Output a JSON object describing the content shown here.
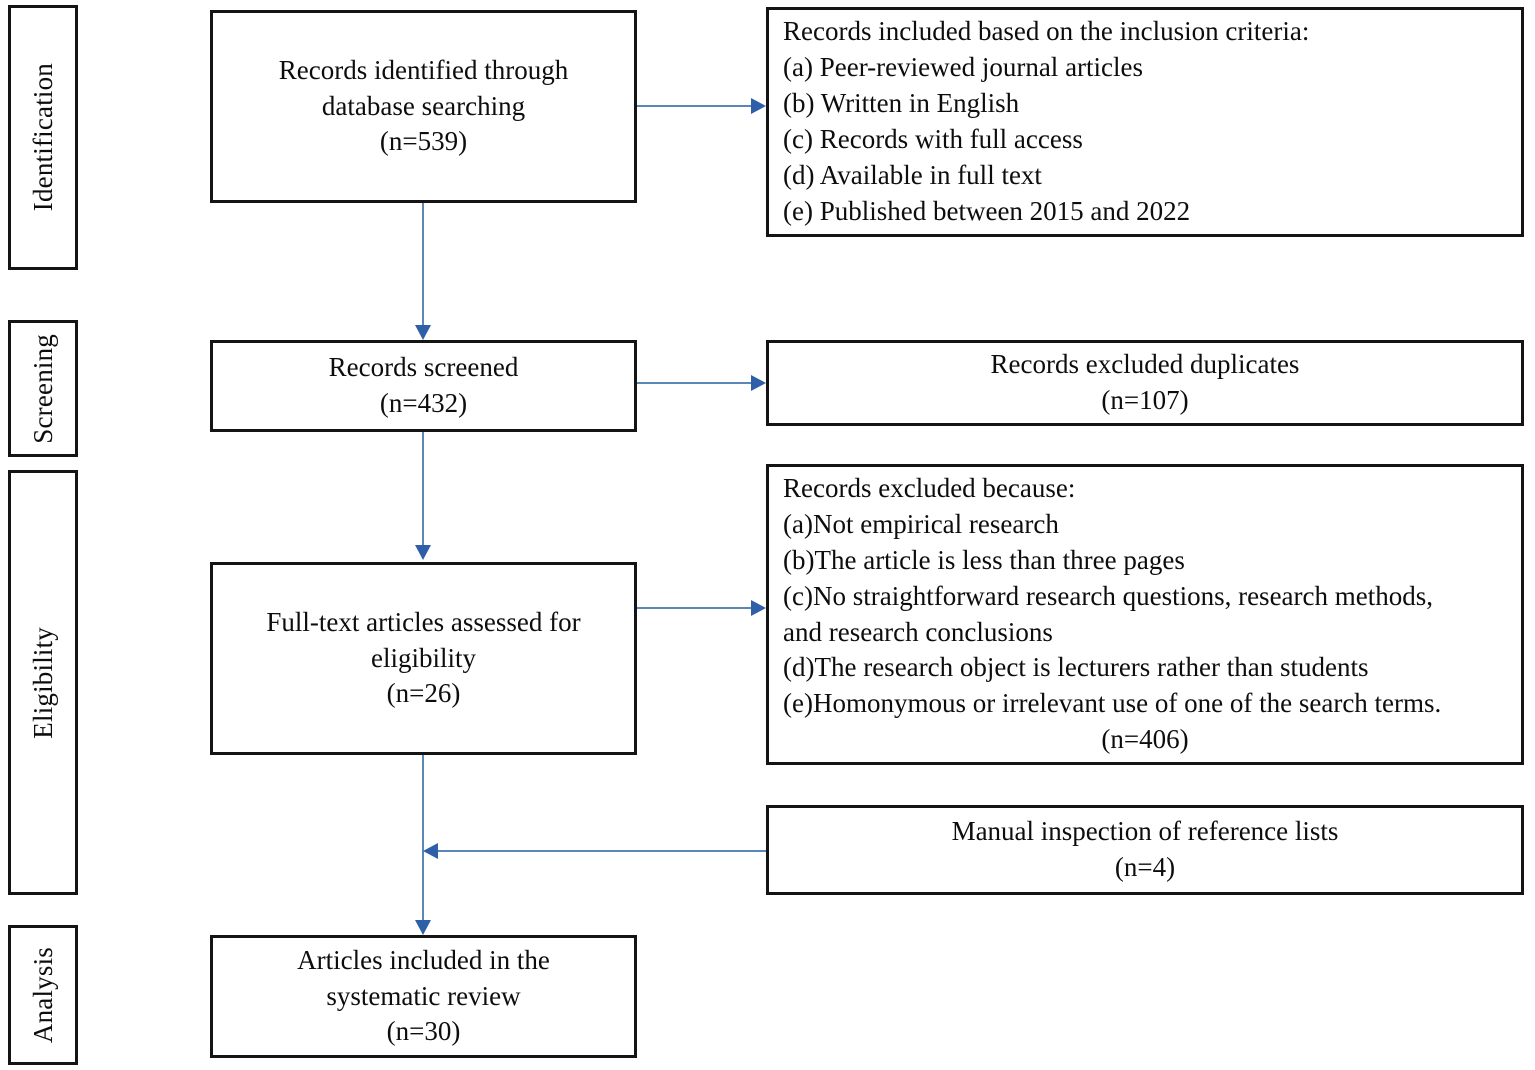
{
  "diagram": {
    "type": "prisma-flow-diagram",
    "accent_color": "#2f5fa8",
    "connector_color": "#5b86b8",
    "box_border_color": "#141414",
    "background_color": "#ffffff"
  },
  "stages": [
    {
      "id": "identification",
      "label": "Identification"
    },
    {
      "id": "screening",
      "label": "Screening"
    },
    {
      "id": "eligibility",
      "label": "Eligibility"
    },
    {
      "id": "analysis",
      "label": "Analysis"
    }
  ],
  "main_flow": [
    {
      "id": "records-identified",
      "lines": [
        "Records identified through",
        "database searching",
        "(n=539)"
      ],
      "count": 539
    },
    {
      "id": "records-screened",
      "lines": [
        "Records screened",
        "(n=432)"
      ],
      "count": 432
    },
    {
      "id": "fulltext-assessed",
      "lines": [
        "Full-text articles assessed for",
        "eligibility",
        "(n=26)"
      ],
      "count": 26
    },
    {
      "id": "articles-included",
      "lines": [
        "Articles included in the",
        "systematic review",
        "(n=30)"
      ],
      "count": 30
    }
  ],
  "side_boxes": [
    {
      "id": "inclusion-criteria",
      "heading": "Records included based on the inclusion criteria:",
      "lines": [
        "(a) Peer-reviewed journal articles",
        "(b) Written in English",
        "(c) Records with full access",
        "(d) Available in full text",
        "(e) Published between 2015 and 2022"
      ],
      "count_line": ""
    },
    {
      "id": "records-excluded-duplicates",
      "lines": [
        "Records excluded duplicates",
        "(n=107)"
      ],
      "count": 107
    },
    {
      "id": "records-excluded-because",
      "heading": "Records excluded because:",
      "lines": [
        "(a)Not empirical research",
        "(b)The article is less than three pages",
        "(c)No straightforward research questions, research methods,",
        "and research conclusions",
        "(d)The research object is lecturers rather than students",
        "(e)Homonymous or irrelevant use of one of the search terms."
      ],
      "count_line": "(n=406)",
      "count": 406
    },
    {
      "id": "manual-inspection",
      "lines": [
        "Manual inspection of reference lists",
        "(n=4)"
      ],
      "count": 4
    }
  ]
}
